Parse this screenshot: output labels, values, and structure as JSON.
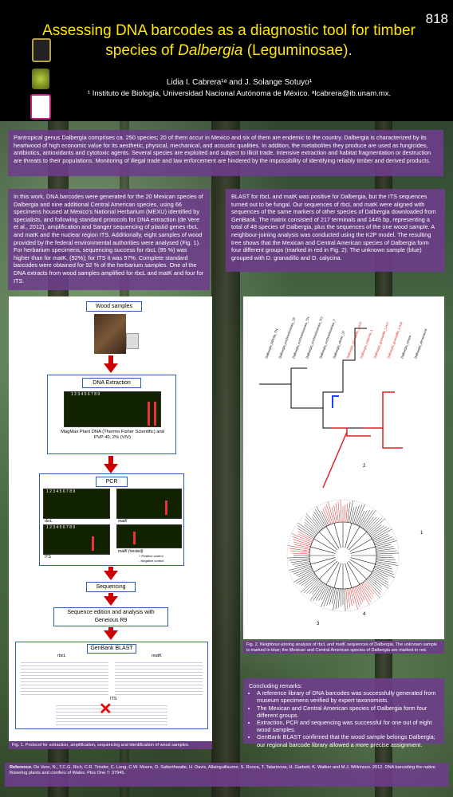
{
  "poster": {
    "number": "818",
    "title_line1": "Assessing DNA barcodes as a diagnostic tool for timber",
    "title_line2_pre": "species of ",
    "title_line2_italic": "Dalbergia",
    "title_line2_post": " (Leguminosae).",
    "authors": "Lidia I. Cabrera¹ᵃ and J. Solange Sotuyo¹",
    "affiliation": "¹ Instituto de Biología, Universidad Nacional Autónoma de México. ᵃlcabrera@ib.unam.mx."
  },
  "intro": "Pantropical genus Dalbergia comprises ca. 250 species; 20 of them occur in Mexico and six of them are endemic to the country. Dalbergia is characterized by its heartwood of high economic value for its aesthetic, physical, mechanical, and acoustic qualities. In addition, the metabolites they produce are used as fungicides, antibiotics, antioxidants and cytotoxic agents. Several species are exploited and subject to illicit trade. Intensive extraction and habitat fragmentation or destruction are threats to their populations. Monitoring of illegal trade and law enforcement are hindered by the impossibility of identifying reliably timber and derived products.",
  "methods": "In this work, DNA barcodes were generated for the 20 Mexican species of Dalbergia and nine additional Central American species, using 66 specimens housed at Mexico's National Herbarium (MEXU) identified by specialists, and following standard protocols for DNA extraction (de Vere et al., 2012), amplification and Sanger sequencing of plastid genes rbcL and matK and the nuclear region ITS. Additionally, eight samples of wood provided by the federal environmental authorities were analysed (Fig. 1). For herbarium specimens, sequencing success for rbcL (95 %) was higher than for matK, (92%); for ITS it was 97%. Complete standard barcodes were obtained for 92 % of the herbarium samples. One of the DNA extracts from wood samples amplified for rbcL and matK and four for ITS.",
  "results": "BLAST for rbcL and matK was positive for Dalbergia, but the ITS sequences turned out to be fungal. Our sequences of rbcL and matK were aligned with sequences of the same markers of other species of Dalbergia downloaded from GenBank. The matrix consisted of 217 terminals and 1445 bp, representing a total of 48 species of Dalbergia, plus the sequences of the one wood sample. A neighbour-joining analysis was conducted using the K2P model. The resulting tree shows that the Mexican and Central American species of Dalbergia form four different groups (marked in red in Fig. 2). The unknown sample (blue) grouped with D. granadillo and D. calycina.",
  "fig1": {
    "wood": "Wood samples",
    "extraction": "DNA Extraction",
    "extraction_note": "MagMax Plant DNA (Thermo Fisher Scientific) and PVP 40, 2% (V/V)",
    "gel_lanes": "1 2 3 4 5 6 7 8 9",
    "pcr": "PCR",
    "rbcl": "rbcL",
    "matk": "matK",
    "its": "ITS",
    "matk_nested": "matK (nested)",
    "pos_ctrl": "+ Positive control",
    "neg_ctrl": "- Negative control",
    "sequencing": "Sequencing",
    "edition": "Sequence edition and analysis with Geneious R9",
    "genbank": "GenBank BLAST",
    "blast_rbcl": "rbcL",
    "blast_matk": "matK",
    "blast_its": "ITS",
    "caption": "Fig. 1. Protocol for extraction, amplification, sequencing and identification of wood samples."
  },
  "fig2": {
    "caption": "Fig. 2. Neighbour-joining analysis of rbcL and matK sequences of Dalbergia. The unknown sample is marked in blue; the Mexican and Central American species of Dalbergia are marked in red.",
    "group1": "1",
    "group2": "2",
    "group3": "3",
    "group4": "4",
    "taxa": [
      "Dalbergia_latifolia_TN",
      "Dalbergia_cochinchinensis_TF",
      "Dalbergia_cochinchinensis_TH",
      "Dalbergia_cochinchinensis_TO",
      "Dalbergia_cochinchinensis_7",
      "Dalbergia_oliveri_07",
      "Dalbergia_granadillo_Lin13",
      "Dalbergia_calycina_1",
      "Dalbergia_granadillo_Lin17",
      "Dalbergia_granadillo_Lin16",
      "Dalbergia_retusa",
      "Dalbergia_stevensonii"
    ]
  },
  "conclusions": {
    "title": "Concluding remarks:",
    "items": [
      "A reference library of DNA barcodes was successfully generated from museum specimens verified by expert taxonomists.",
      "The Mexican and Central American species of Dalbergia form four different groups.",
      "Extraction, PCR and sequencing was successful for one out of eight wood samples.",
      "GenBank BLAST confirmed that the wood sample belongs Dalbergia; our regional barcode library allowed a more precise assignment."
    ]
  },
  "reference": {
    "label": "Reference.",
    "text": " De Vere, N., T.C.G. Rich, C.R. Trinder, C. Long, C.W. Moore, D. Satterthwaite, H. Davis, Allainguillaume, S. Ronca, T. Tatarinova, H. Garbett, K. Walker and M.J. Wilkinson. 2012. DNA barcoding the native flowering plants and conifers of Wales. Plos One 7: 37945."
  },
  "colors": {
    "title": "#ffe600",
    "box": "#6e3c8c",
    "flow": "#2f5fb0",
    "arrow": "#cc0000",
    "highlight": "#e02020",
    "unknown": "#2040ff"
  }
}
